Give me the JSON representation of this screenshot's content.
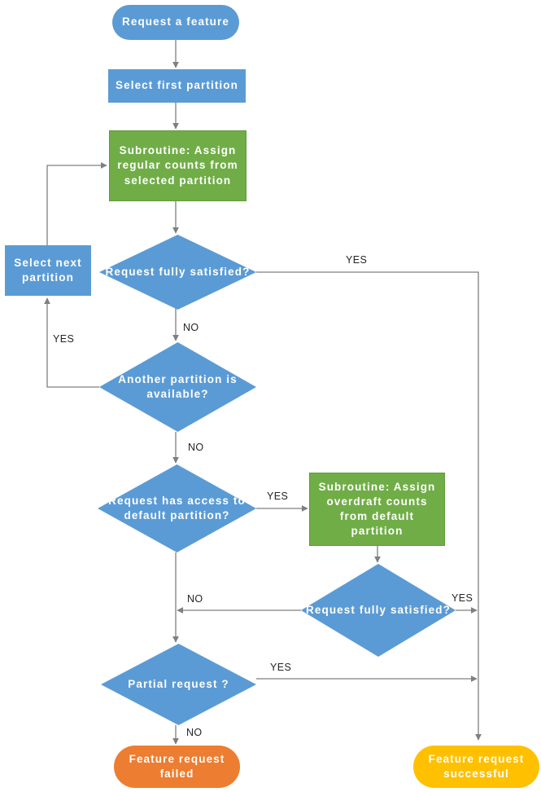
{
  "diagram": {
    "title": "Feature request allocation flowchart",
    "colors": {
      "process_blue": "#5B9BD5",
      "subroutine_green": "#70AD47",
      "terminator_fail_orange": "#ED7D31",
      "terminator_success_yellow": "#FFC000",
      "connector_gray": "#7F7F7F",
      "label_text": "#252525",
      "node_text": "#FFFFFF",
      "background": "#FFFFFF"
    },
    "nodes": {
      "start": {
        "label": "Request a feature",
        "shape": "terminator"
      },
      "select_first": {
        "label": "Select first partition",
        "shape": "process"
      },
      "sub_regular": {
        "label": "Subroutine: Assign regular counts from selected partition",
        "shape": "subroutine"
      },
      "satisfied_1": {
        "label": "Request fully satisfied?",
        "shape": "decision"
      },
      "select_next": {
        "label": "Select next partition",
        "shape": "process"
      },
      "another_partition": {
        "label": "Another partition is available?",
        "shape": "decision"
      },
      "default_access": {
        "label": "Request has access to default partition?",
        "shape": "decision"
      },
      "sub_overdraft": {
        "label": "Subroutine: Assign overdraft counts from default partition",
        "shape": "subroutine"
      },
      "satisfied_2": {
        "label": "Request fully satisfied?",
        "shape": "decision"
      },
      "partial": {
        "label": "Partial request ?",
        "shape": "decision"
      },
      "failed": {
        "label": "Feature request failed",
        "shape": "terminator"
      },
      "successful": {
        "label": "Feature request successful",
        "shape": "terminator"
      }
    },
    "edge_labels": {
      "satisfied1_yes": "YES",
      "satisfied1_no": "NO",
      "another_yes": "YES",
      "another_no": "NO",
      "default_yes": "YES",
      "satisfied2_yes": "YES",
      "satisfied2_no": "NO",
      "partial_yes": "YES",
      "partial_no": "NO"
    }
  }
}
